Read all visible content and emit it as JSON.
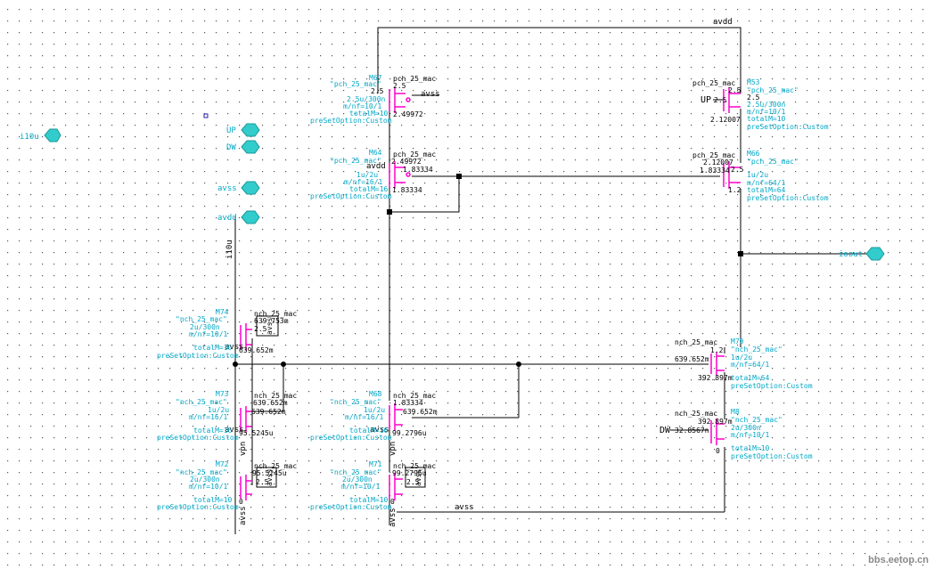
{
  "colors": {
    "background": "#ffffff",
    "wire": "#000000",
    "device": "#ff00cc",
    "instance": "#00a8c8",
    "pin_fill": "#33cccc",
    "pin_stroke": "#1a9999",
    "grid_dot": "#555555"
  },
  "nets": {
    "avdd_top": "avdd",
    "avss_bottom": "avss",
    "avss_m67": "avss",
    "avdd_m64": "avdd",
    "avss_m74": "avss",
    "avss_m73": "avss",
    "avss_m68": "avss",
    "avss_m72": "avss",
    "avss_m71": "avss",
    "up_m53": "UP",
    "dw_m8": "DW",
    "i10u_vertical": "i10u",
    "vpn_left": "vpn",
    "vpn_right": "vpn",
    "avss_left_vertical": "avss",
    "avss_right_vertical": "avss"
  },
  "pins": [
    {
      "label": "i10u",
      "icon": "pin-icon"
    },
    {
      "label": "UP",
      "icon": "pin-icon"
    },
    {
      "label": "DW",
      "icon": "pin-icon"
    },
    {
      "label": "avss",
      "icon": "pin-icon"
    },
    {
      "label": "avdd",
      "icon": "pin-icon"
    },
    {
      "label": "ioout",
      "icon": "pin-icon"
    }
  ],
  "devices": [
    {
      "inst": "M67",
      "model": "pch_25_mac",
      "q": "\"pch_25_mac\"",
      "p1": "2.5u/300n",
      "p2": "m/nf=10/1",
      "p3": "totalM=10",
      "p4": "preSetOption:Custom",
      "vg": "2.5",
      "vd": "2.5",
      "vs": "2.49972",
      "sub": "avss"
    },
    {
      "inst": "M64",
      "model": "pch_25_mac",
      "q": "\"pch_25_mac\"",
      "p1": "1u/2u",
      "p2": "m/nf=16/1",
      "p3": "totalM=16",
      "p4": "preSetOption:Custom",
      "vg": "avdd",
      "vd": "2.49972",
      "vs": "1.83334",
      "v2": "1.83334"
    },
    {
      "inst": "M53",
      "model": "pch_25_mac",
      "q": "\"pch_25_mac\"",
      "p1": "2.5u/300n",
      "p2": "m/nf=10/1",
      "p3": "totalM=10",
      "p4": "preSetOption:Custom",
      "vg": "2.5",
      "vd": "2.5",
      "vs": "2.12007",
      "gate": "UP"
    },
    {
      "inst": "M66",
      "model": "pch_25_mac",
      "q": "\"pch_25_mac\"",
      "p1": "1u/2u",
      "p2": "m/nf=64/1",
      "p3": "totalM=64",
      "p4": "preSetOption:Custom",
      "vg": "1.83334",
      "vd": "2.12007",
      "vs": "1.2",
      "vx": "2.5"
    },
    {
      "inst": "M74",
      "model": "nch_25_mac",
      "q": "\"nch_25_mac\"",
      "p1": "2u/300n",
      "p2": "m/nf=10/1",
      "p3": "totalM=10",
      "p4": "preSetOption:Custom",
      "vd": "639.753m",
      "vg": "2.5",
      "vs": "639.652m"
    },
    {
      "inst": "M73",
      "model": "nch_25_mac",
      "q": "\"nch_25_mac\"",
      "p1": "1u/2u",
      "p2": "m/nf=16/1",
      "p3": "totalM=16",
      "p4": "preSetOption:Custom",
      "vd": "639.652m",
      "vg": "639.652m",
      "vs": "95.5245u"
    },
    {
      "inst": "M72",
      "model": "nch_25_mac",
      "q": "\"nch_25_mac\"",
      "p1": "2u/300n",
      "p2": "m/nf=10/1",
      "p3": "totalM=10",
      "p4": "preSetOption:Custom",
      "vd": "95.5245u",
      "vg": "2.5",
      "vs": "0"
    },
    {
      "inst": "M68",
      "model": "nch_25_mac",
      "q": "\"nch_25_mac\"",
      "p1": "1u/2u",
      "p2": "m/nf=16/1",
      "p3": "totalM=16",
      "p4": "preSetOption:Custom",
      "vd": "1.83334",
      "vg": "639.652m",
      "vs": "99.2796u"
    },
    {
      "inst": "M71",
      "model": "nch_25_mac",
      "q": "\"nch_25_mac\"",
      "p1": "2u/300n",
      "p2": "m/nf=10/1",
      "p3": "totalM=10",
      "p4": "preSetOption:Custom",
      "vd": "99.2796u",
      "vg": "2.5",
      "vs": "0"
    },
    {
      "inst": "M70",
      "model": "nch_25_mac",
      "q": "\"nch_25_mac\"",
      "p1": "1u/2u",
      "p2": "m/nf=64/1",
      "p3": "totalM=64",
      "p4": "preSetOption:Custom",
      "vd": "1.2",
      "vg": "639.652m",
      "vs": "392.897m"
    },
    {
      "inst": "M8",
      "model": "nch_25_mac",
      "q": "\"nch_25_mac\"",
      "p1": "2u/300n",
      "p2": "m/nf=10/1",
      "p3": "totalM=10",
      "p4": "preSetOption:Custom",
      "vd": "392.897m",
      "vg": "32.8567n",
      "vs": "0",
      "gate": "DW"
    }
  ],
  "watermark": "bbs.eetop.cn"
}
